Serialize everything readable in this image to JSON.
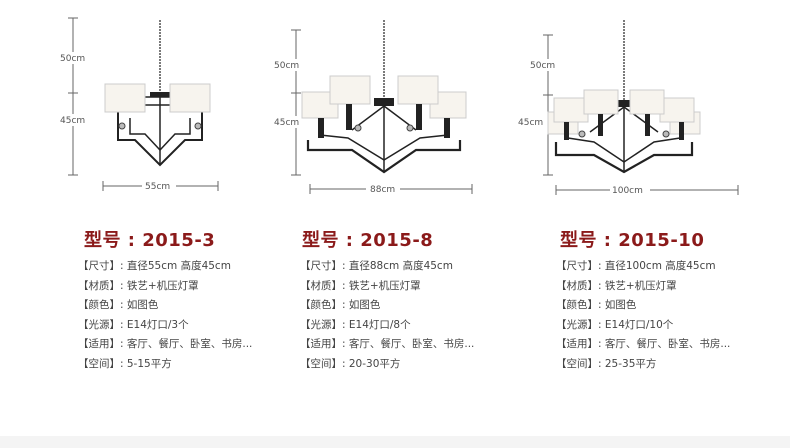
{
  "products": [
    {
      "height_chain": "50cm",
      "height_body": "45cm",
      "width": "55cm",
      "model_label": "型号 : 2015-3",
      "specs": [
        "【尺寸】: 直径55cm 高度45cm",
        "【材质】: 铁艺+机压灯罩",
        "【颜色】: 如图色",
        "【光源】: E14灯口/3个",
        "【适用】: 客厅、餐厅、卧室、书房...",
        "【空间】: 5-15平方"
      ]
    },
    {
      "height_chain": "50cm",
      "height_body": "45cm",
      "width": "88cm",
      "model_label": "型号 : 2015-8",
      "specs": [
        "【尺寸】: 直径88cm 高度45cm",
        "【材质】: 铁艺+机压灯罩",
        "【颜色】: 如图色",
        "【光源】: E14灯口/8个",
        "【适用】: 客厅、餐厅、卧室、书房...",
        "【空间】: 20-30平方"
      ]
    },
    {
      "height_chain": "50cm",
      "height_body": "45cm",
      "width": "100cm",
      "model_label": "型号 : 2015-10",
      "specs": [
        "【尺寸】: 直径100cm 高度45cm",
        "【材质】: 铁艺+机压灯罩",
        "【颜色】: 如图色",
        "【光源】: E14灯口/10个",
        "【适用】: 客厅、餐厅、卧室、书房...",
        "【空间】: 25-35平方"
      ]
    }
  ],
  "colors": {
    "model_red": "#8b1a1a",
    "iron": "#222222",
    "shade": "#f7f4ee",
    "dimension_line": "#666666"
  }
}
